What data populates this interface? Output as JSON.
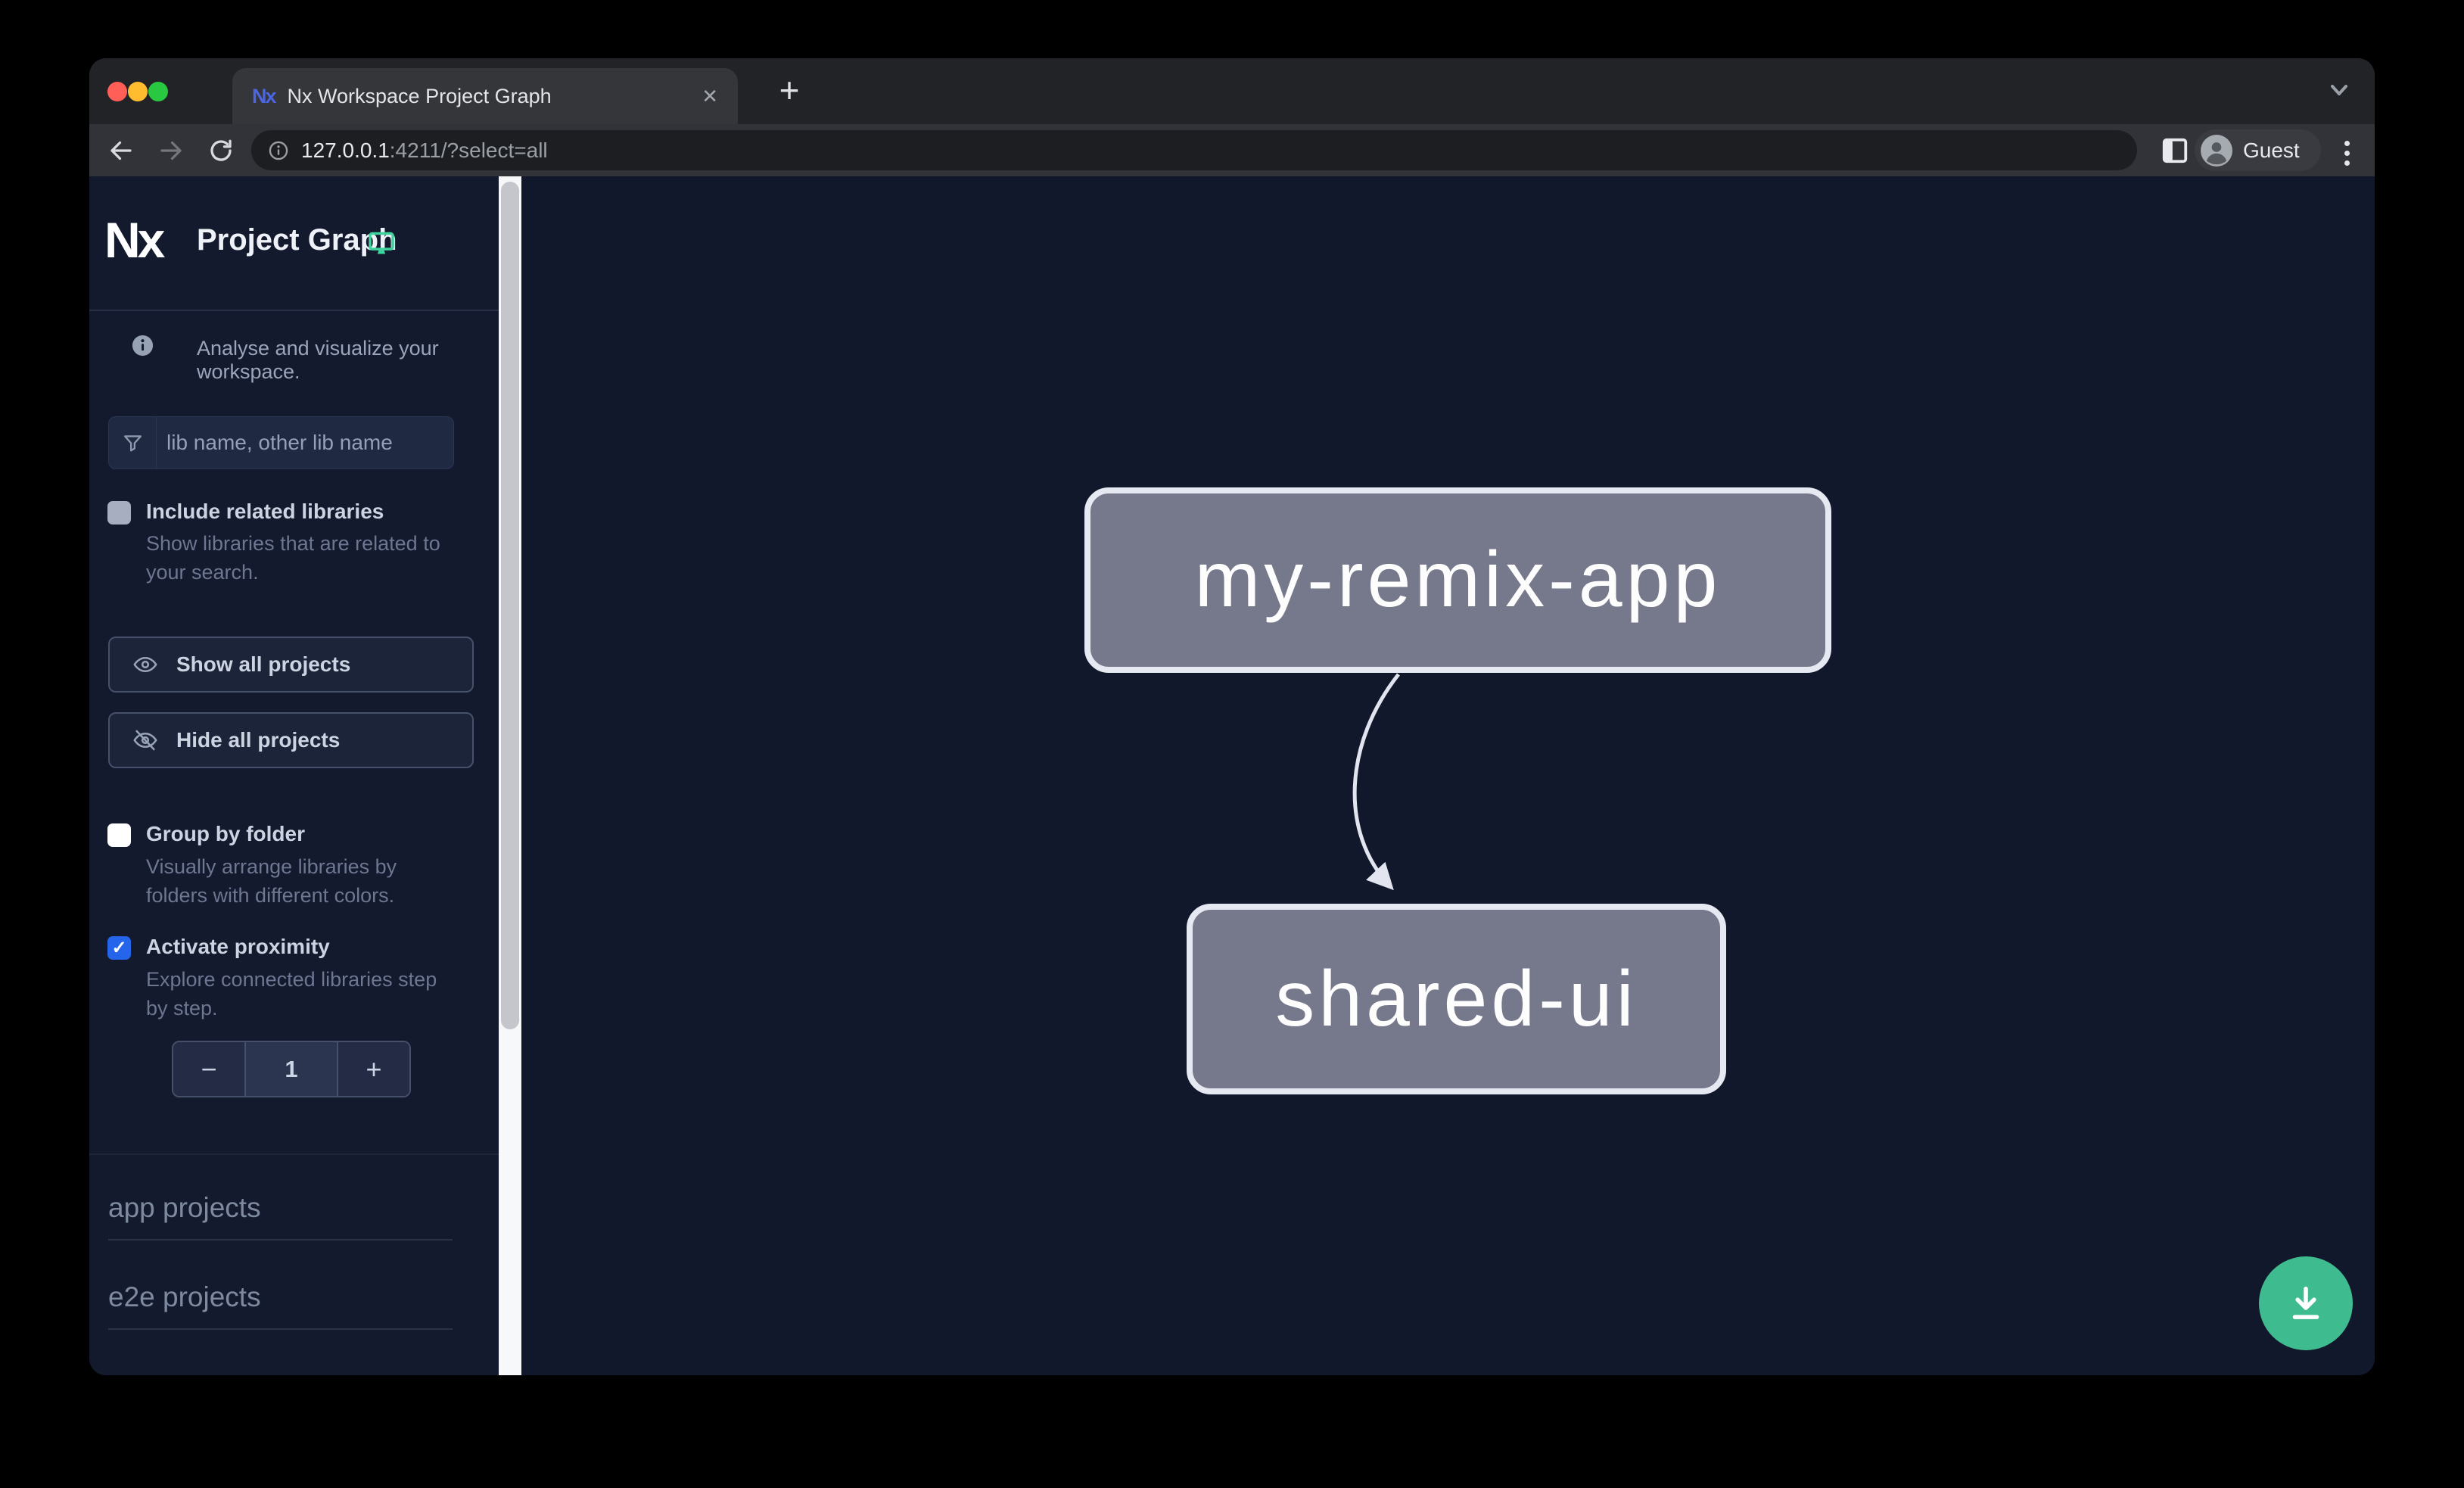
{
  "browser": {
    "tab_title": "Nx Workspace Project Graph",
    "favicon_text": "Nx",
    "close_tab_glyph": "✕",
    "new_tab_glyph": "+",
    "url_host": "127.0.0.1",
    "url_rest": ":4211/?select=all",
    "profile_label": "Guest"
  },
  "sidebar": {
    "logo_text": "Nx",
    "title": "Project Graph",
    "tagline": "Analyse and visualize your workspace.",
    "search_placeholder": "lib name, other lib name",
    "include_related": {
      "label": "Include related libraries",
      "description": "Show libraries that are related to your search.",
      "checked": false
    },
    "show_all_label": "Show all projects",
    "hide_all_label": "Hide all projects",
    "group_by_folder": {
      "label": "Group by folder",
      "description": "Visually arrange libraries by folders with different colors.",
      "checked": false
    },
    "activate_proximity": {
      "label": "Activate proximity",
      "description": "Explore connected libraries step by step.",
      "checked": true,
      "check_glyph": "✓"
    },
    "stepper": {
      "decrement_glyph": "−",
      "value": "1",
      "increment_glyph": "+"
    },
    "sections": {
      "apps_label": "app projects",
      "e2e_label": "e2e projects"
    }
  },
  "graph": {
    "nodes": [
      {
        "id": "my-remix-app",
        "label": "my-remix-app"
      },
      {
        "id": "shared-ui",
        "label": "shared-ui"
      }
    ],
    "edges": [
      {
        "source": "my-remix-app",
        "target": "shared-ui"
      }
    ]
  },
  "colors": {
    "accent_green": "#3ed39c",
    "download_button_green": "#3fbb90",
    "checkbox_checked_blue": "#2465ec",
    "node_fill": "#75798b",
    "node_border": "#e7e9f2",
    "sidebar_bg": "#141a2d",
    "graph_bg": "#12182b"
  }
}
